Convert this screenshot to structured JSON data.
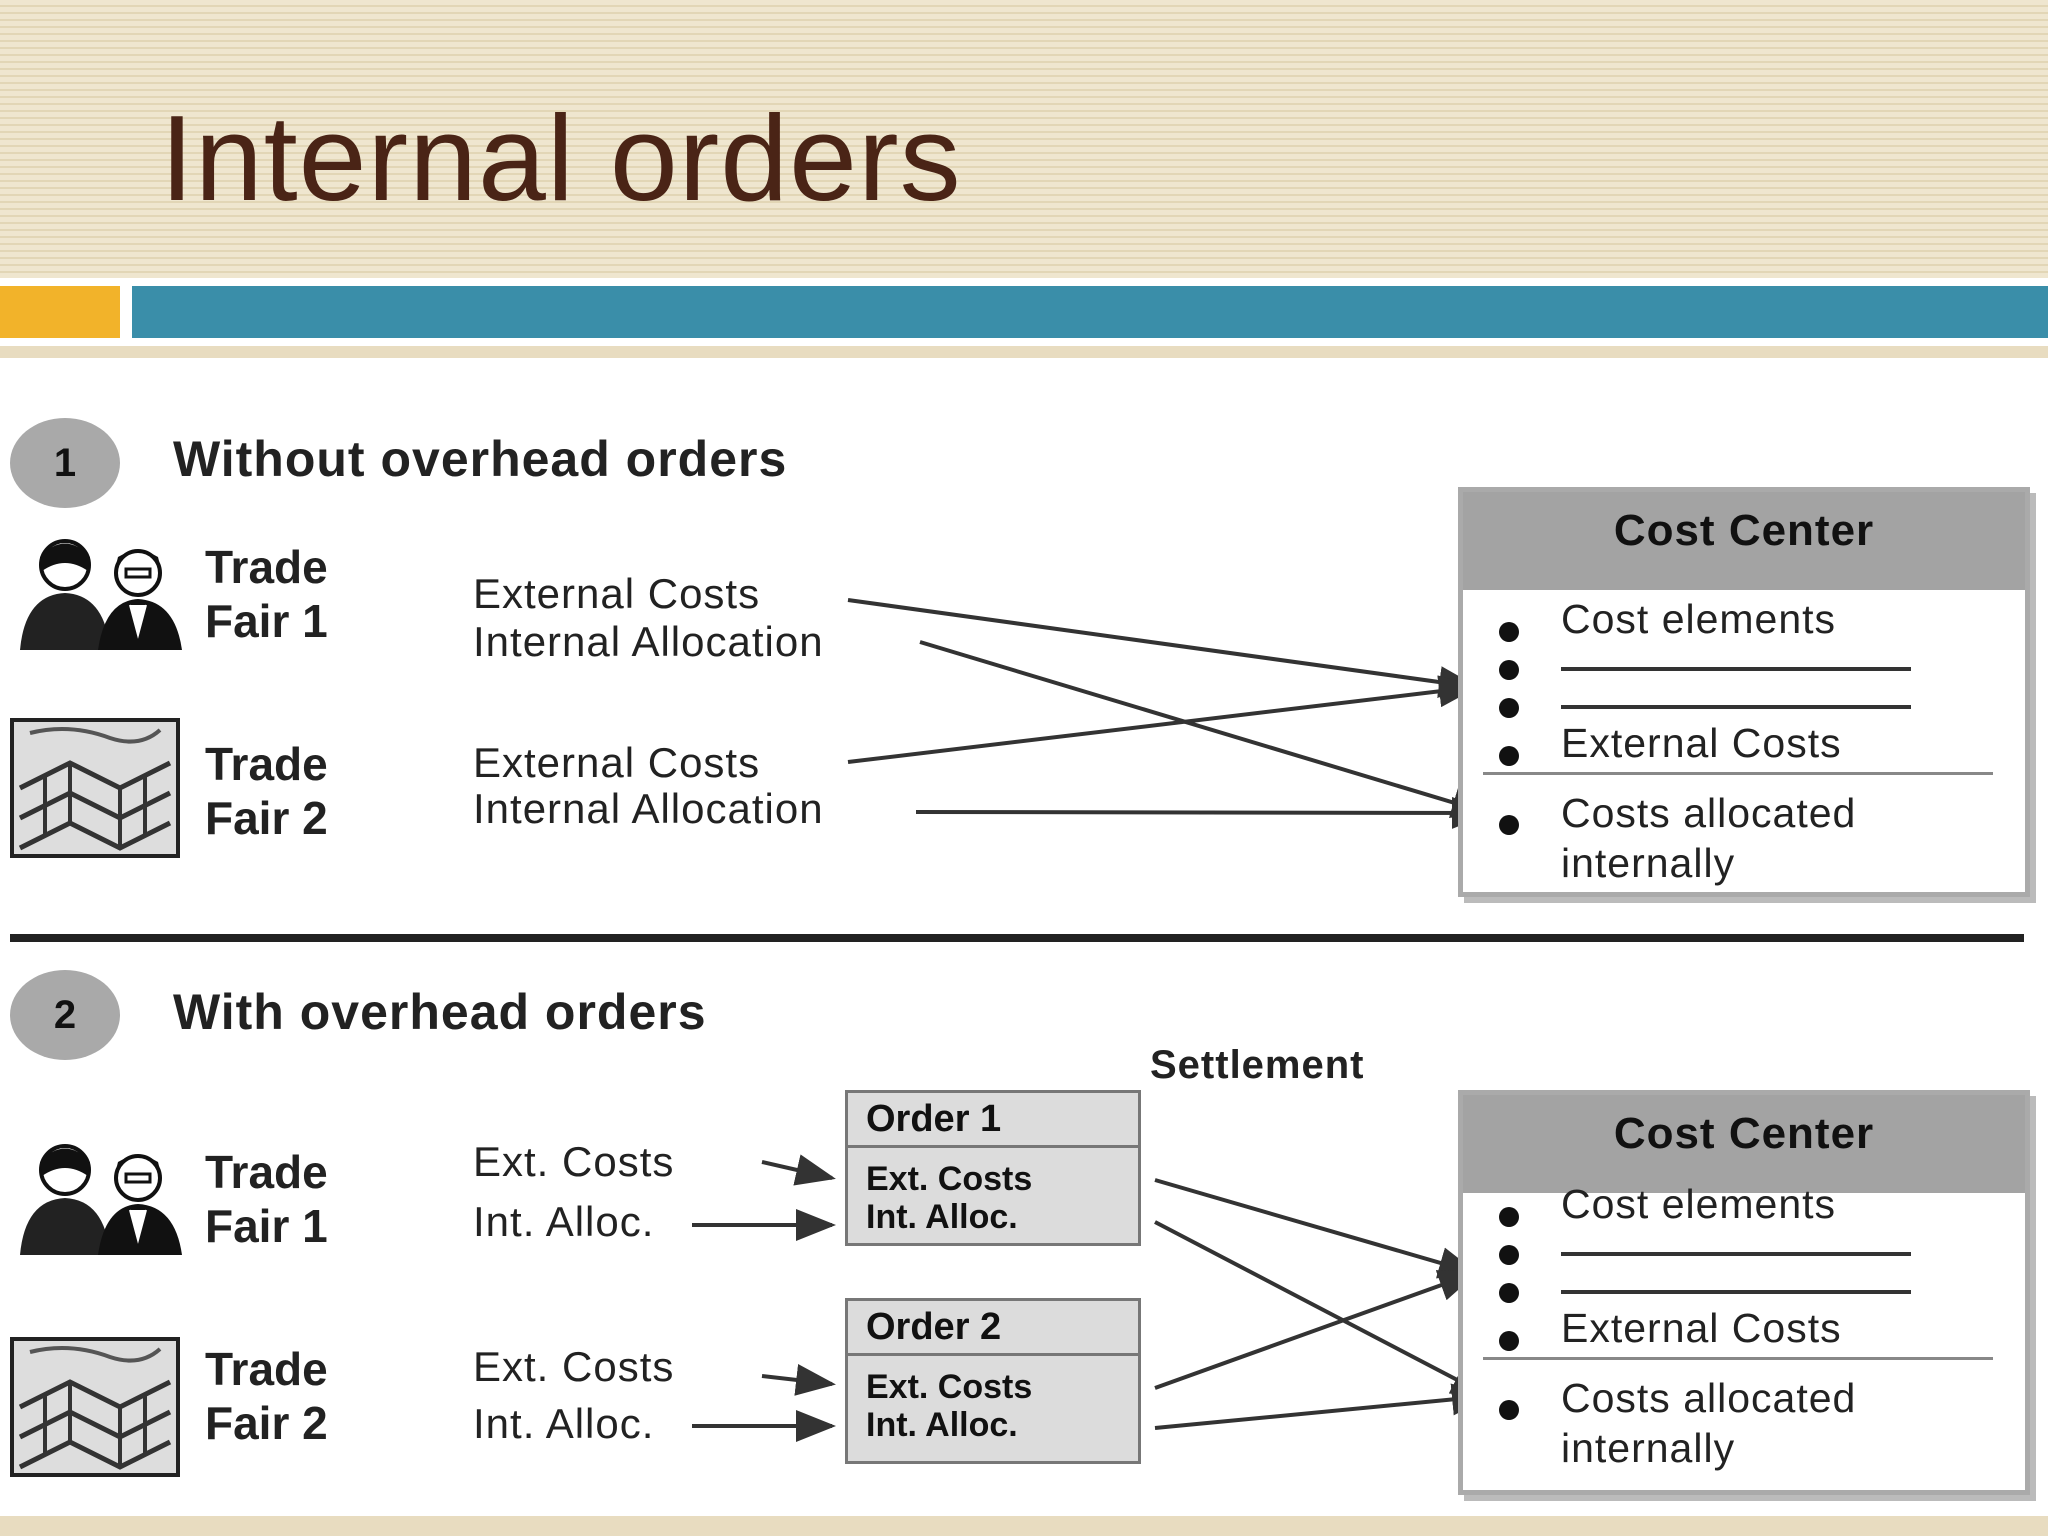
{
  "slide": {
    "title": "Internal orders"
  },
  "section1": {
    "number": "1",
    "heading": "Without overhead orders",
    "fairs": [
      {
        "line1": "Trade",
        "line2": "Fair 1",
        "cost_ext": "External Costs",
        "cost_int": "Internal Allocation",
        "icon": "people-icon"
      },
      {
        "line1": "Trade",
        "line2": "Fair 2",
        "cost_ext": "External Costs",
        "cost_int": "Internal Allocation",
        "icon": "booths-icon"
      }
    ],
    "cost_center": {
      "title": "Cost Center",
      "item1": "Cost elements",
      "item2": "External Costs",
      "item3_line1": "Costs allocated",
      "item3_line2": "internally"
    }
  },
  "section2": {
    "number": "2",
    "heading": "With overhead orders",
    "settlement_label": "Settlement",
    "fairs": [
      {
        "line1": "Trade",
        "line2": "Fair 1",
        "cost_ext": "Ext. Costs",
        "cost_int": "Int. Alloc.",
        "icon": "people-icon"
      },
      {
        "line1": "Trade",
        "line2": "Fair 2",
        "cost_ext": "Ext. Costs",
        "cost_int": "Int. Alloc.",
        "icon": "booths-icon"
      }
    ],
    "orders": [
      {
        "title": "Order 1",
        "line1": "Ext. Costs",
        "line2": "Int. Alloc."
      },
      {
        "title": "Order 2",
        "line1": "Ext. Costs",
        "line2": "Int. Alloc."
      }
    ],
    "cost_center": {
      "title": "Cost Center",
      "item1": "Cost elements",
      "item2": "External Costs",
      "item3_line1": "Costs allocated",
      "item3_line2": "internally"
    }
  }
}
